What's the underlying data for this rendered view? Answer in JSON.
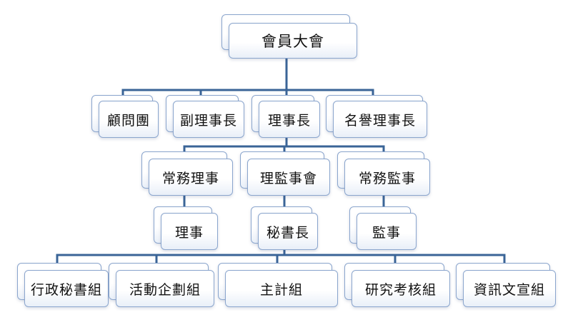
{
  "nodes": {
    "assembly": "會員大會",
    "advisors": "顧問團",
    "vice_chairman": "副理事長",
    "chairman": "理事長",
    "honorary_chairman": "名譽理事長",
    "standing_director": "常務理事",
    "board_meeting": "理監事會",
    "standing_supervisor": "常務監事",
    "director": "理事",
    "secretary_general": "秘書長",
    "supervisor": "監事",
    "admin_secretary_group": "行政秘書組",
    "activities_planning_group": "活動企劃組",
    "accounting_group": "主計組",
    "research_evaluation_group": "研究考核組",
    "info_publicity_group": "資訊文宣組"
  },
  "colors": {
    "connector": "#3a6497",
    "box_border": "#8aa5cd",
    "box_fill_bottom": "#e9eff8"
  }
}
